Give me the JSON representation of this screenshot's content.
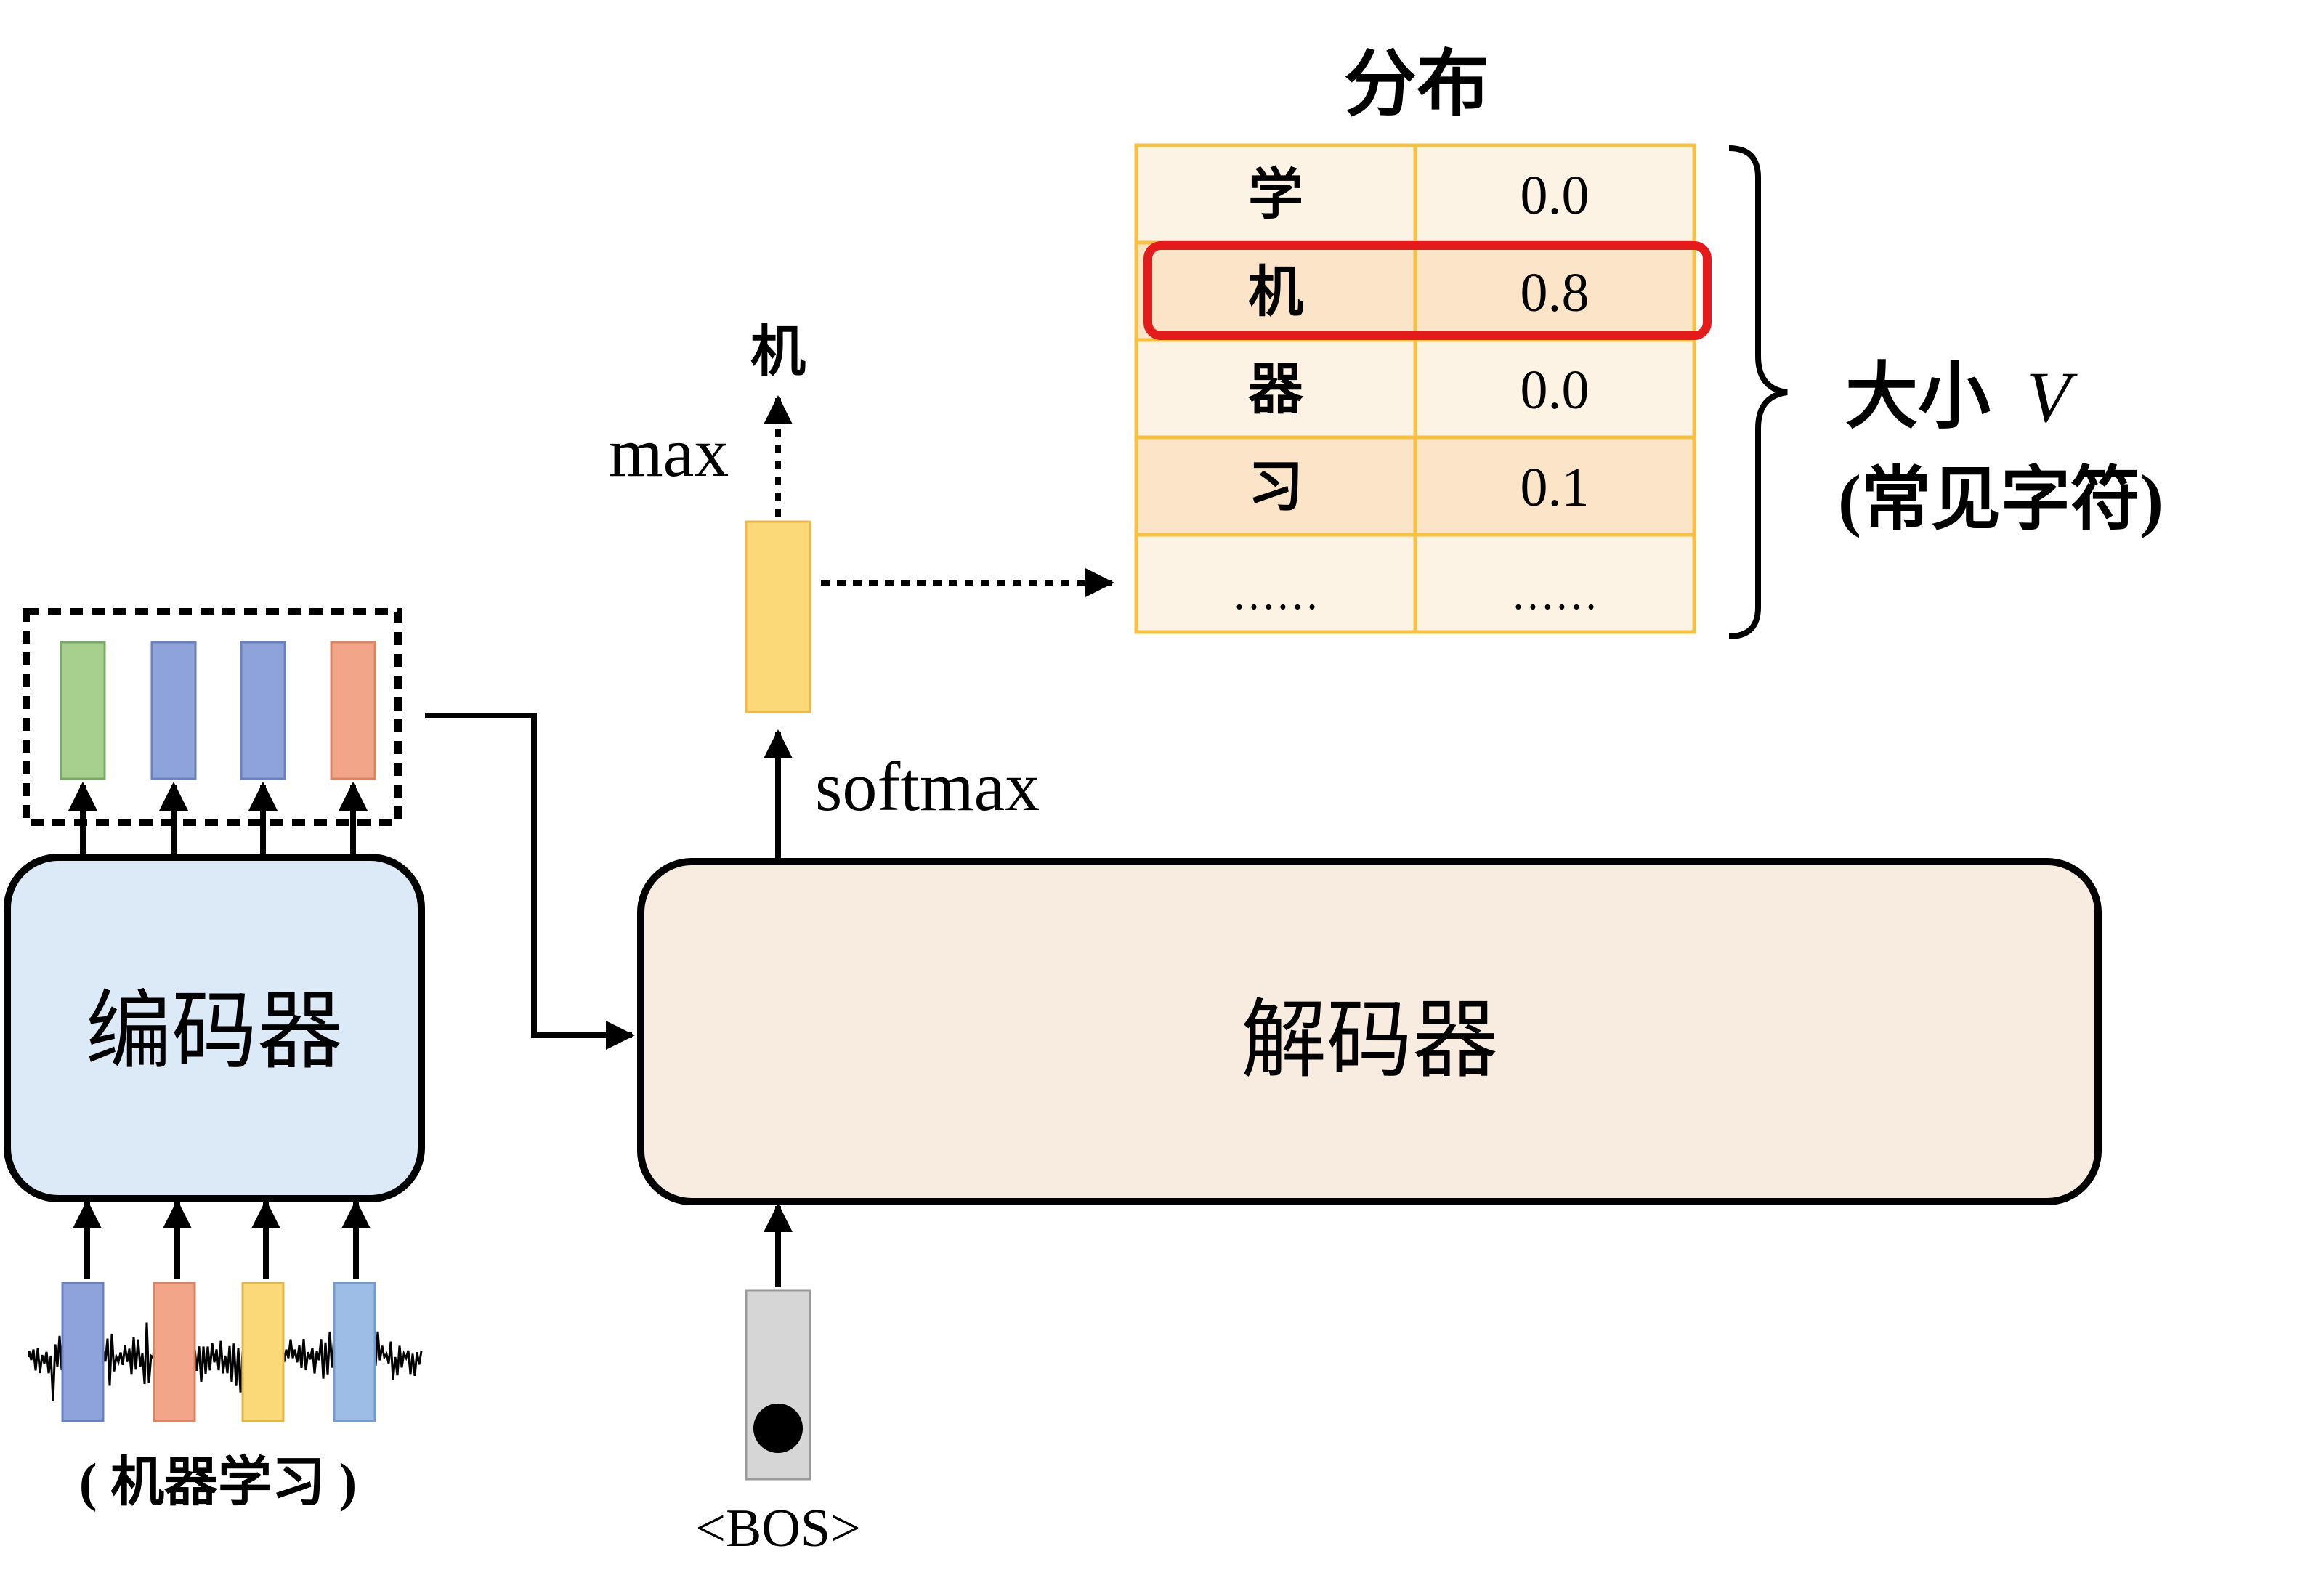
{
  "encoder": {
    "label": "编码器",
    "input_caption": "( 机器学习 )",
    "input_colors": [
      "#8ea3d9",
      "#f3a58a",
      "#fbd878",
      "#9dbde6"
    ],
    "output_colors": [
      "#a7d08f",
      "#8ea3d9",
      "#8ea3d9",
      "#f3a58a"
    ]
  },
  "decoder": {
    "label": "解码器",
    "input_token": "<BOS>",
    "softmax_label": "softmax",
    "max_label": "max",
    "output_token": "机"
  },
  "distribution": {
    "title": "分布",
    "rows": [
      {
        "char": "学",
        "prob": "0.0",
        "highlighted": false
      },
      {
        "char": "机",
        "prob": "0.8",
        "highlighted": true
      },
      {
        "char": "器",
        "prob": "0.0",
        "highlighted": false
      },
      {
        "char": "习",
        "prob": "0.1",
        "highlighted": false
      },
      {
        "char": "……",
        "prob": "……",
        "highlighted": false
      }
    ],
    "size_label": "大小",
    "size_symbol": "V",
    "size_note": "(常见字符)"
  },
  "colors": {
    "encoder_fill": "#dce9f6",
    "decoder_fill": "#f8ebe0",
    "table_border": "#f6c142",
    "table_row_light": "#fdf3e4",
    "table_row_dark": "#fbe4c8",
    "highlight": "#e31b1b",
    "vector_yellow": "#fbd878",
    "bos_gray": "#d6d6d6"
  }
}
